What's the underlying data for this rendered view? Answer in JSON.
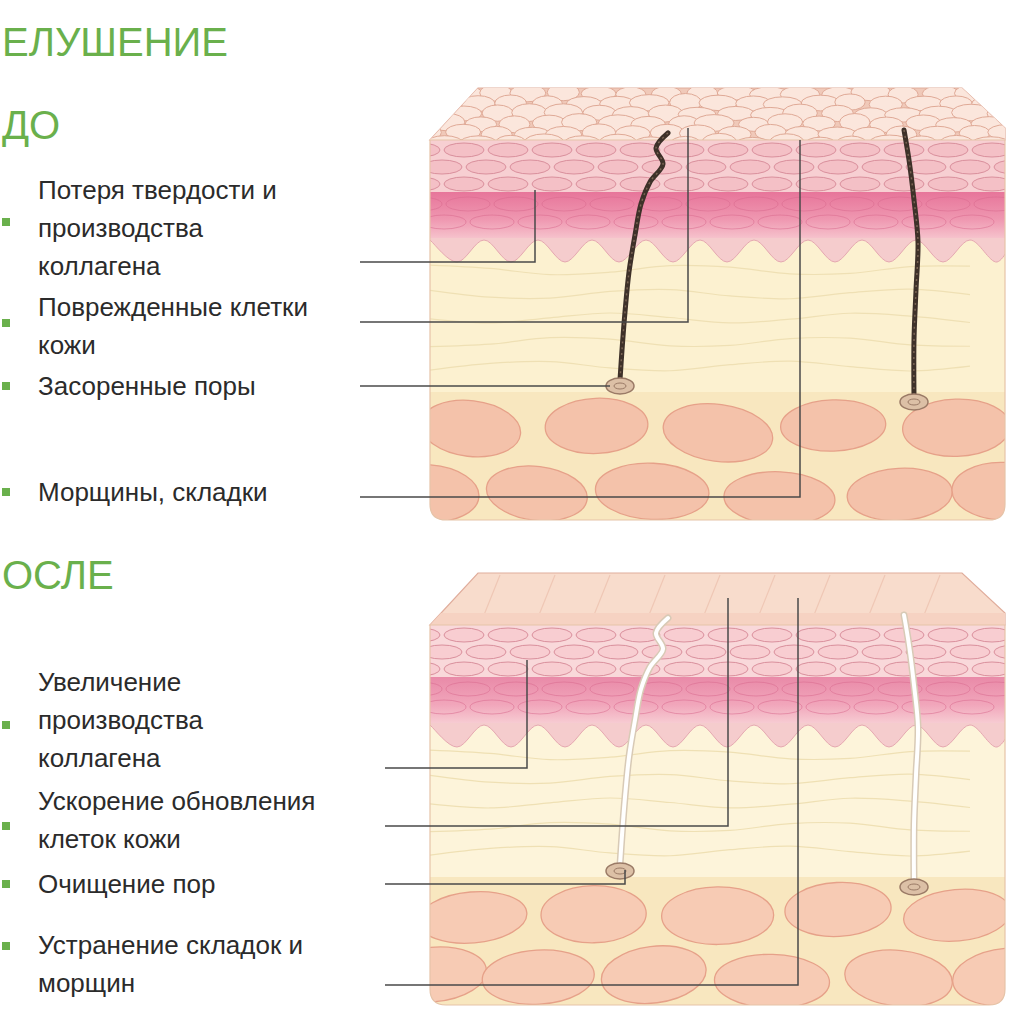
{
  "diagram": {
    "title": "ЕЛУШЕНИЕ",
    "labels": [
      "ДО",
      "Потеря твердости и производства коллагена",
      "Поврежденные клетки кожи",
      "Засоренные поры",
      "Морщины, складки",
      "ОСЛЕ",
      "Увеличение производства коллагена",
      "Ускорение обновления клеток кожи",
      "Очищение пор",
      "Устранение складок и морщин"
    ]
  }
}
